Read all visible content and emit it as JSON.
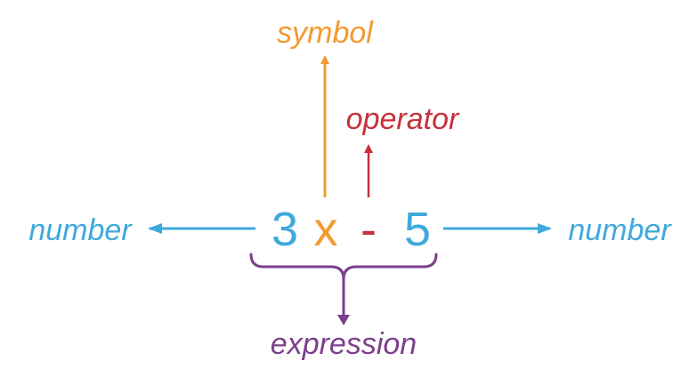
{
  "colors": {
    "number": "#3fa9dc",
    "symbol": "#f29a2e",
    "operator": "#c8303a",
    "expression": "#7d3f8c"
  },
  "expression_tokens": [
    {
      "text": "3",
      "role": "number"
    },
    {
      "text": "x",
      "role": "symbol"
    },
    {
      "text": "-",
      "role": "operator"
    },
    {
      "text": "5",
      "role": "number"
    }
  ],
  "labels": {
    "symbol": "symbol",
    "operator": "operator",
    "number_left": "number",
    "number_right": "number",
    "expression": "expression"
  }
}
